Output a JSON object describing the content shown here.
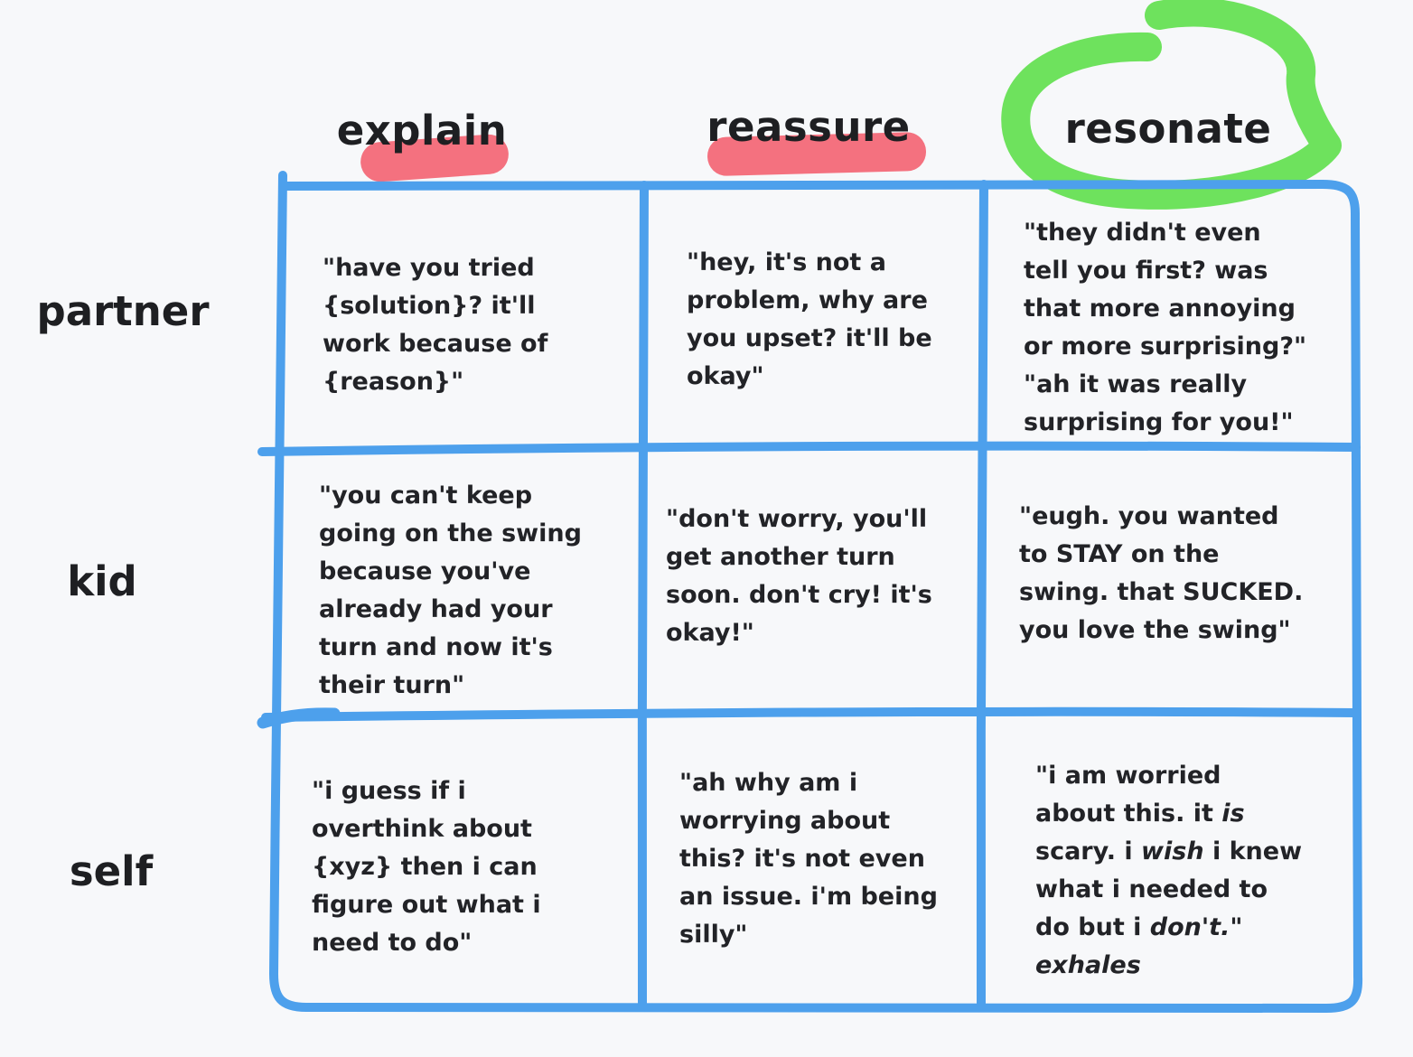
{
  "colors": {
    "background": "#f7f8fa",
    "grid_blue": "#4da0ec",
    "highlight_pink": "#f4717f",
    "circle_green": "#6ee25d",
    "text": "#1e1f22"
  },
  "columns": [
    {
      "id": "explain",
      "label": "explain",
      "annotation": "pink-highlight"
    },
    {
      "id": "reassure",
      "label": "reassure",
      "annotation": "pink-highlight"
    },
    {
      "id": "resonate",
      "label": "resonate",
      "annotation": "green-circle"
    }
  ],
  "rows": [
    {
      "id": "partner",
      "label": "partner",
      "cells": [
        {
          "segments": [
            {
              "text": "\"have you tried\n{solution}? it'll\nwork because of\n{reason}\""
            }
          ]
        },
        {
          "segments": [
            {
              "text": "\"hey, it's not a\nproblem, why are\nyou upset? it'll be\nokay\""
            }
          ]
        },
        {
          "segments": [
            {
              "text": "\"they didn't even\ntell you first? was\nthat more annoying\nor more surprising?\"\n\"ah it was really\nsurprising for you!\""
            }
          ]
        }
      ]
    },
    {
      "id": "kid",
      "label": "kid",
      "cells": [
        {
          "segments": [
            {
              "text": "\"you can't keep\ngoing on the swing\nbecause you've\nalready had your\nturn and now it's\ntheir turn\""
            }
          ]
        },
        {
          "segments": [
            {
              "text": "\"don't worry, you'll\nget another turn\nsoon. don't cry! it's\nokay!\""
            }
          ]
        },
        {
          "segments": [
            {
              "text": "\"eugh. you wanted\nto STAY on the\nswing. that SUCKED.\nyou love the swing\""
            }
          ]
        }
      ]
    },
    {
      "id": "self",
      "label": "self",
      "cells": [
        {
          "segments": [
            {
              "text": "\"i guess if i\noverthink about\n{xyz} then i can\nfigure out what i\nneed to do\""
            }
          ]
        },
        {
          "segments": [
            {
              "text": "\"ah why am i\nworrying about\nthis? it's not even\nan issue. i'm being\nsilly\""
            }
          ]
        },
        {
          "segments": [
            {
              "text": "\"i am worried\nabout this. it "
            },
            {
              "text": "is",
              "italic": true
            },
            {
              "text": "\nscary. i "
            },
            {
              "text": "wish",
              "italic": true
            },
            {
              "text": " i knew\nwhat i needed to\ndo but i "
            },
            {
              "text": "don't.",
              "italic": true
            },
            {
              "text": "\"\n"
            },
            {
              "text": "exhales",
              "italic": true
            }
          ]
        }
      ]
    }
  ]
}
